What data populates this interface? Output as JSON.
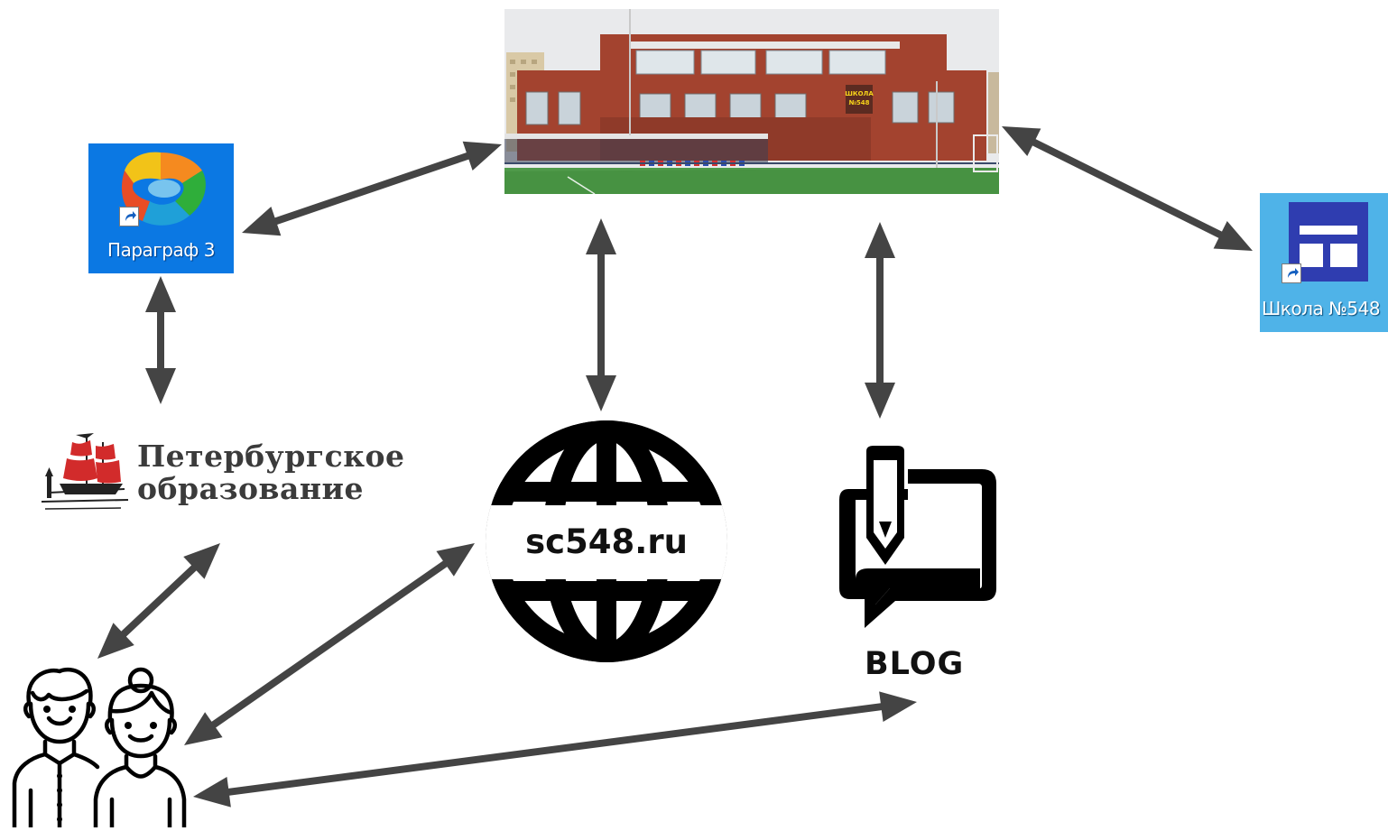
{
  "nodes": {
    "school_photo": {
      "sign_line1": "ШКОЛА",
      "sign_line2": "№548"
    },
    "paragraf": {
      "label": "Параграф 3"
    },
    "school_shortcut": {
      "label": "Школа №548"
    },
    "spb_education": {
      "line1": "Петербургское",
      "line2": "образование"
    },
    "website": {
      "label": "sc548.ru"
    },
    "blog": {
      "label": "BLOG"
    },
    "people": {}
  },
  "colors": {
    "arrow": "#444444",
    "paragraf_bg": "#0b78e3",
    "school_shortcut_bg": "#4fb3e8",
    "ship_sail": "#d22b2b",
    "brick": "#a3432f"
  }
}
